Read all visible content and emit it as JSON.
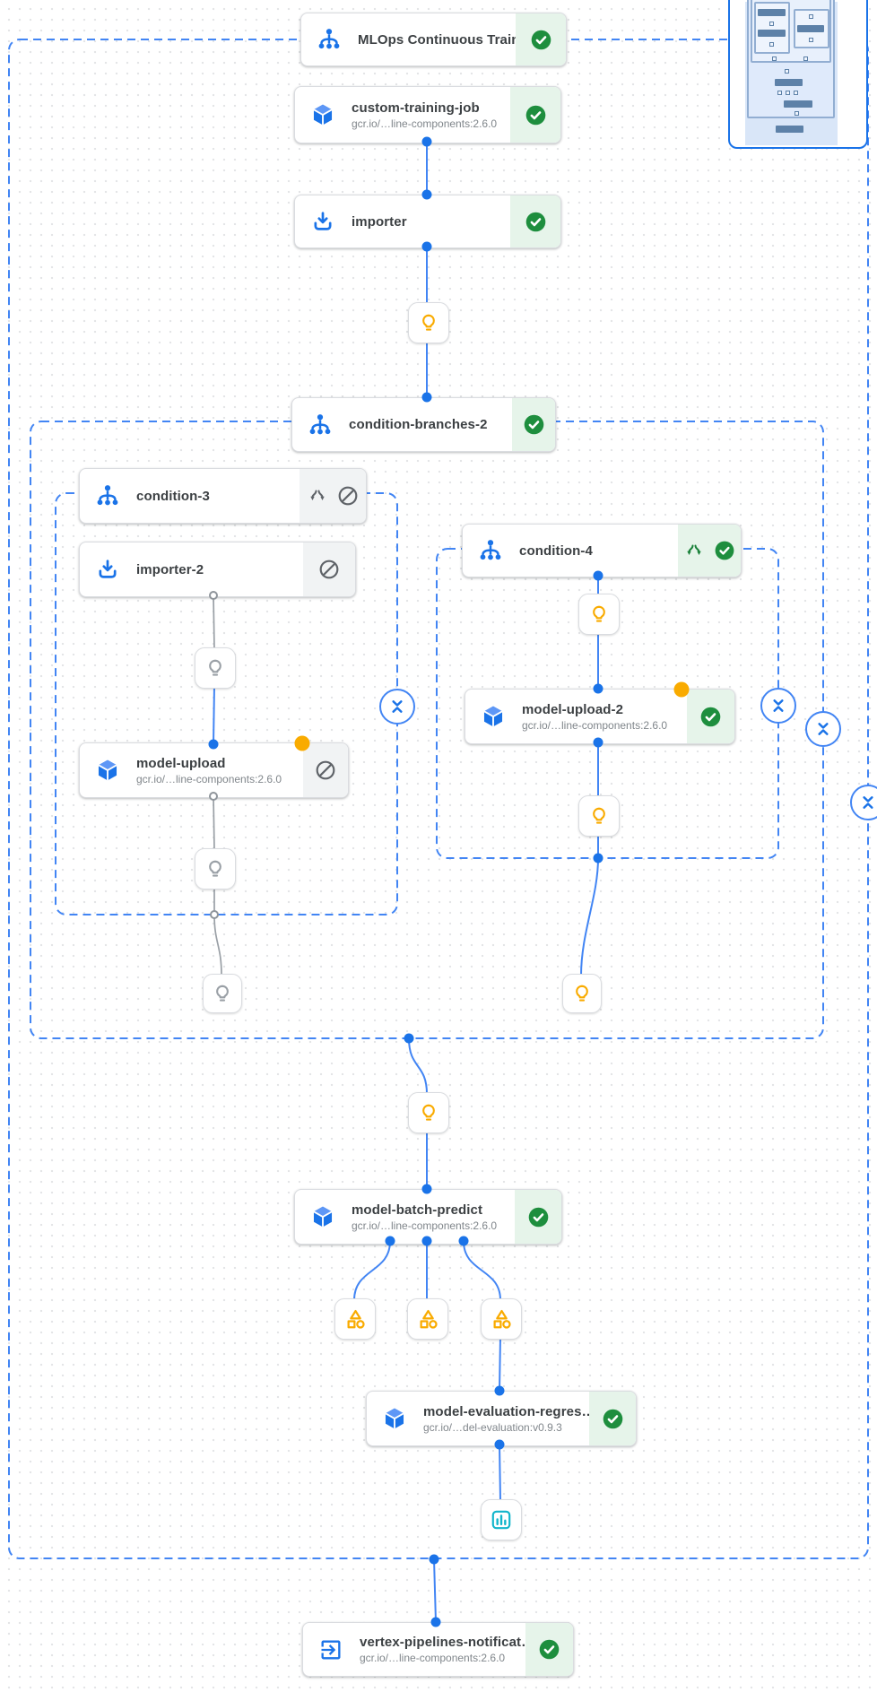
{
  "pipeline": {
    "kind": "vertex-ai-pipeline-dag",
    "root_group_label": "MLOps Continuous Traini…"
  },
  "nodes": {
    "mlops": {
      "label": "MLOps Continuous Traini…",
      "status": "succeeded",
      "icon": "dag-tree"
    },
    "custom_training_job": {
      "label": "custom-training-job",
      "subtitle": "gcr.io/…line-components:2.6.0",
      "status": "succeeded",
      "icon": "cube"
    },
    "importer": {
      "label": "importer",
      "status": "succeeded",
      "icon": "download-tray"
    },
    "condition_branches_2": {
      "label": "condition-branches-2",
      "status": "succeeded",
      "icon": "dag-tree"
    },
    "condition_3": {
      "label": "condition-3",
      "status": "skipped",
      "icon": "dag-tree"
    },
    "importer_2": {
      "label": "importer-2",
      "status": "skipped",
      "icon": "download-tray"
    },
    "model_upload": {
      "label": "model-upload",
      "subtitle": "gcr.io/…line-components:2.6.0",
      "status": "skipped",
      "badge": "amber-dot",
      "icon": "cube"
    },
    "condition_4": {
      "label": "condition-4",
      "status": "succeeded",
      "icon": "dag-tree"
    },
    "model_upload_2": {
      "label": "model-upload-2",
      "subtitle": "gcr.io/…line-components:2.6.0",
      "status": "succeeded",
      "badge": "amber-dot",
      "icon": "cube"
    },
    "model_batch_predict": {
      "label": "model-batch-predict",
      "subtitle": "gcr.io/…line-components:2.6.0",
      "status": "succeeded",
      "icon": "cube"
    },
    "model_evaluation_regression": {
      "label": "model-evaluation-regres…",
      "subtitle": "gcr.io/…del-evaluation:v0.9.3",
      "status": "succeeded",
      "icon": "cube"
    },
    "vertex_pipelines_notification": {
      "label": "vertex-pipelines-notificat…",
      "subtitle": "gcr.io/…line-components:2.6.0",
      "status": "succeeded",
      "icon": "exit-to-app"
    }
  },
  "artifacts": {
    "lightbulb_amber_count": 5,
    "lightbulb_gray_count": 3,
    "shapes_artifact_count": 3,
    "metrics_artifact_count": 1
  },
  "icons": {
    "dag-tree": "tree-hierarchy glyph",
    "cube": "3d-cube glyph",
    "download-tray": "arrow-into-tray glyph",
    "exit-to-app": "arrow-out-of-box glyph",
    "success": "check-circle",
    "skipped": "blocked-circle",
    "subdag": "split-arrows",
    "artifact": "lightbulb",
    "system-artifact": "triangle-square-circle shapes",
    "metrics-artifact": "bar-chart",
    "collapse": "chevrons-toward-each-other"
  },
  "colors": {
    "primary_blue": "#1a73e8",
    "edge_blue": "#4285f4",
    "success_green": "#1e8e3e",
    "success_bg": "#e6f4ea",
    "skipped_bg": "#f1f3f4",
    "icon_gray": "#5f6368",
    "amber": "#f9ab00",
    "cyan": "#12b5cb",
    "node_border": "#dadce0",
    "edge_gray": "#9aa0a6"
  }
}
